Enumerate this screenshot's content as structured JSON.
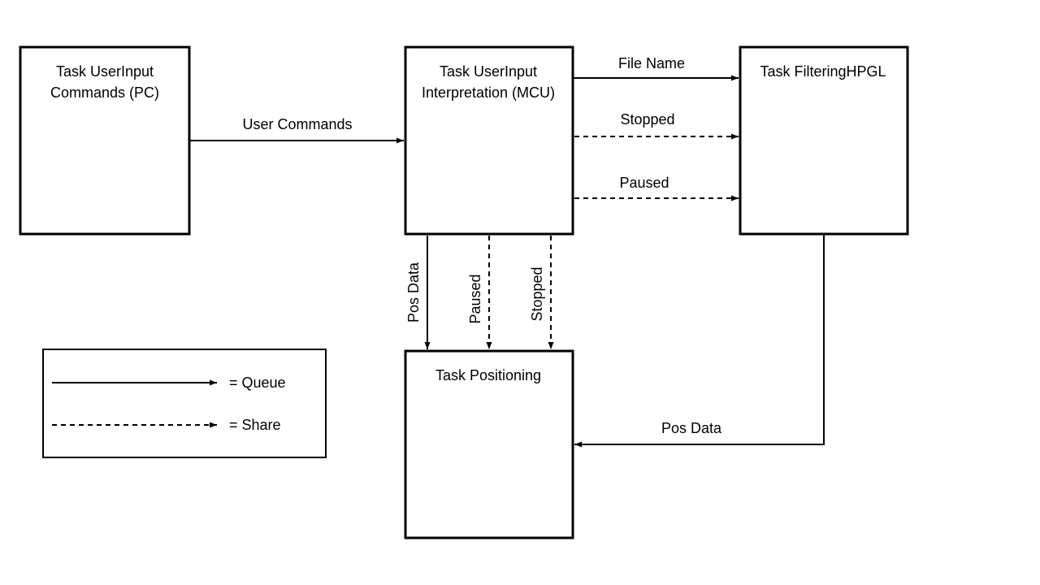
{
  "tasks": {
    "pc": {
      "line1": "Task UserInput",
      "line2": "Commands (PC)"
    },
    "mcu": {
      "line1": "Task UserInput",
      "line2": "Interpretation (MCU)"
    },
    "filtering": {
      "line1": "Task FilteringHPGL"
    },
    "positioning": {
      "line1": "Task Positioning"
    }
  },
  "connections": {
    "user_commands": "User Commands",
    "file_name": "File Name",
    "stopped_right": "Stopped",
    "paused_right": "Paused",
    "pos_data_down": "Pos Data",
    "paused_down": "Paused",
    "stopped_down": "Stopped",
    "pos_data_return": "Pos Data"
  },
  "legend": {
    "queue": "= Queue",
    "share": "= Share"
  }
}
